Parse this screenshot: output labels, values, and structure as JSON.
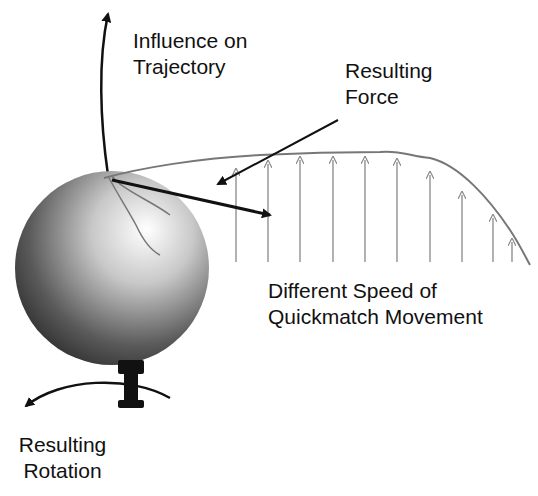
{
  "diagram": {
    "labels": [
      "Influence on Trajectory",
      "Resulting Force",
      "Different Speed of Quickmatch Movement",
      "Resulting Rotation"
    ]
  }
}
